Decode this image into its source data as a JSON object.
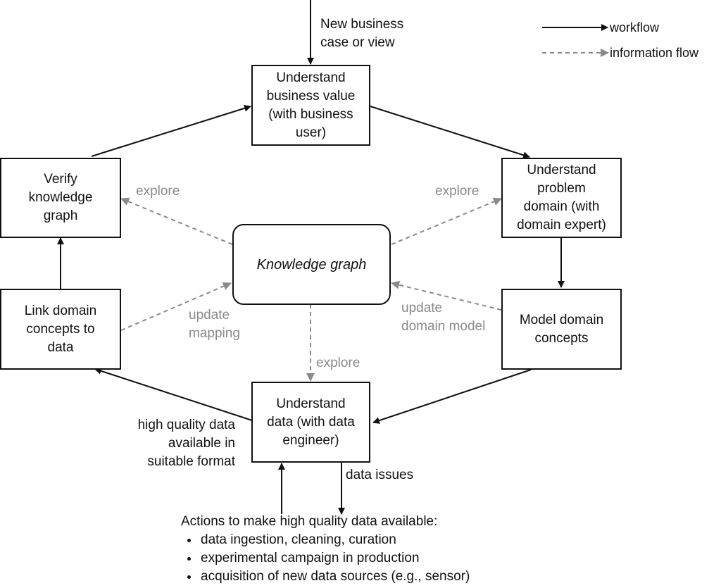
{
  "nodes": {
    "business": "Understand\nbusiness value\n(with business\nuser)",
    "problem": "Understand\nproblem\ndomain (with\ndomain expert)",
    "model": "Model domain\nconcepts",
    "data": "Understand\ndata (with data\nengineer)",
    "link": "Link domain\nconcepts to\ndata",
    "verify": "Verify\nknowledge\ngraph",
    "kg": "Knowledge graph"
  },
  "labels": {
    "new_case": "New business\ncase or view",
    "explore_left": "explore",
    "explore_right": "explore",
    "explore_bottom": "explore",
    "update_mapping": "update\nmapping",
    "update_domain_model": "update\ndomain model",
    "high_quality": "high quality data\navailable in\nsuitable format",
    "data_issues": "data issues"
  },
  "actions": {
    "title": "Actions to make high quality data available:",
    "items": [
      "data ingestion, cleaning, curation",
      "experimental campaign in production",
      "acquisition of new data sources (e.g., sensor)"
    ]
  },
  "legend": {
    "workflow": "workflow",
    "information_flow": "information flow"
  },
  "colors": {
    "workflow": "#111111",
    "information_flow": "#8a8a8a"
  }
}
